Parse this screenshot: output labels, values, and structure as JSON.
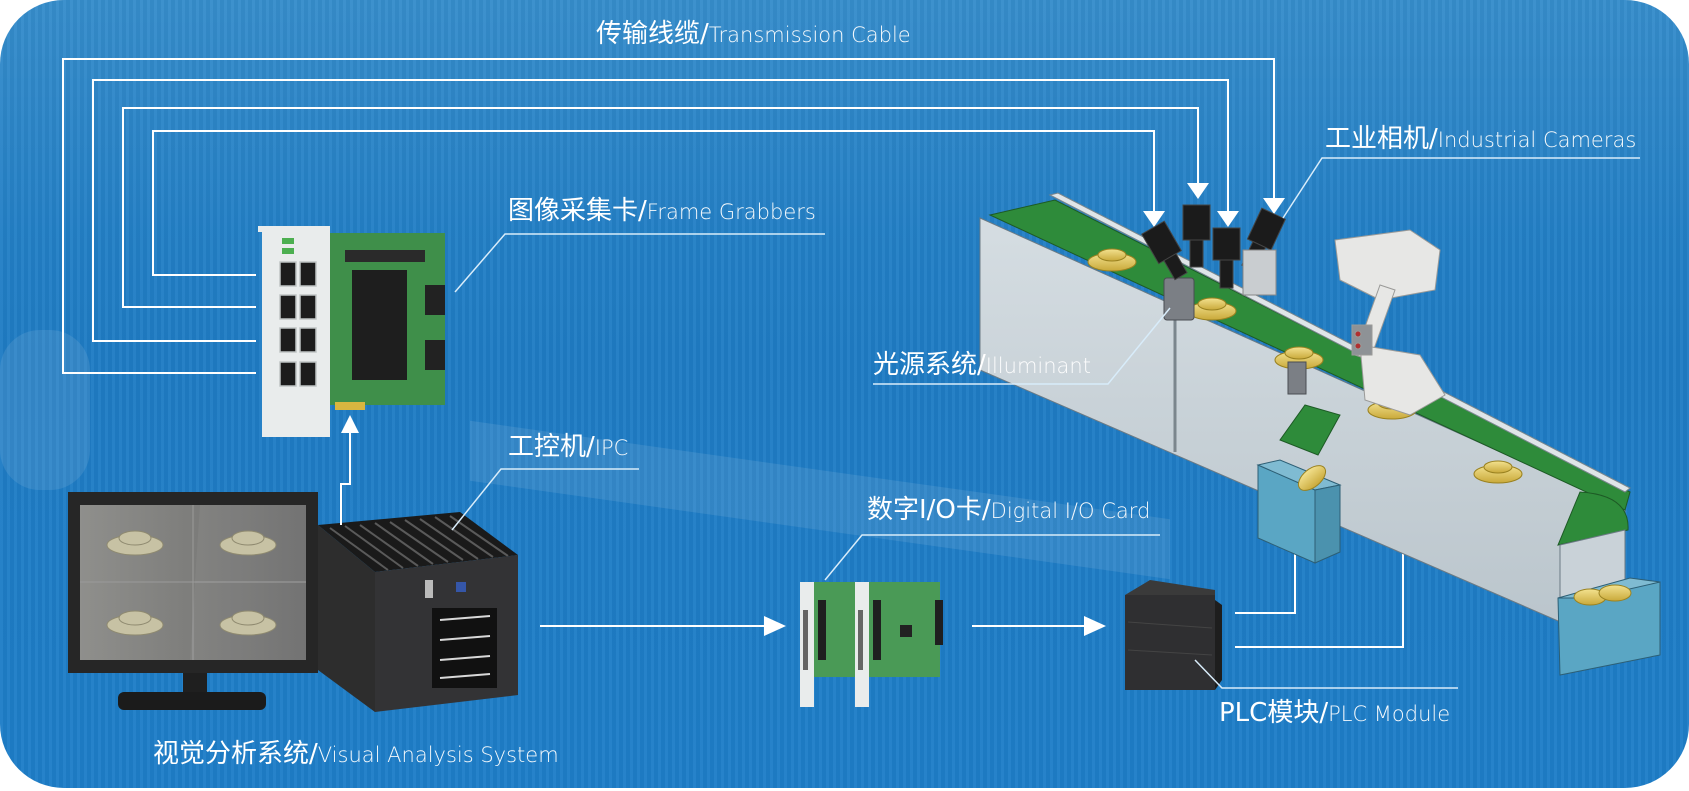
{
  "diagram": {
    "title": "Machine vision inspection system",
    "colors": {
      "background": "#2382c8",
      "line": "#ffffff",
      "belt": "#2e8b3a",
      "conveyor_side": "#c9d2d8",
      "part": "#d9c25a",
      "bin": "#5aa6c4",
      "device_dark": "#2b2b2d"
    },
    "labels": {
      "transmission_cable": {
        "zh": "传输线缆",
        "sep": "/",
        "en": "Transmission Cable"
      },
      "industrial_cameras": {
        "zh": "工业相机",
        "sep": "/",
        "en": "Industrial Cameras"
      },
      "frame_grabbers": {
        "zh": "图像采集卡",
        "sep": "/",
        "en": "Frame Grabbers"
      },
      "illuminant": {
        "zh": "光源系统",
        "sep": "/",
        "en": "Illuminant"
      },
      "ipc": {
        "zh": "工控机",
        "sep": "/",
        "en": "IPC"
      },
      "digital_io_card": {
        "zh": "数字I/O卡",
        "sep": "/",
        "en": "Digital I/O Card"
      },
      "plc_module": {
        "zh": "PLC模块",
        "sep": "/",
        "en": "PLC Module"
      },
      "visual_analysis_system": {
        "zh": "视觉分析系统",
        "sep": "/",
        "en": "Visual Analysis System"
      }
    },
    "components": [
      {
        "id": "frame-grabber",
        "name": "Frame Grabber card",
        "ports": 8
      },
      {
        "id": "monitor",
        "name": "Monitor",
        "tiles": 4
      },
      {
        "id": "ipc",
        "name": "Industrial PC"
      },
      {
        "id": "io-card",
        "name": "Digital I/O Cards",
        "count": 2
      },
      {
        "id": "plc",
        "name": "PLC Module"
      },
      {
        "id": "cameras",
        "name": "Industrial Cameras",
        "count": 4
      },
      {
        "id": "conveyor",
        "name": "Conveyor belt"
      },
      {
        "id": "robot",
        "name": "Robot arm"
      },
      {
        "id": "reject-bin",
        "name": "Reject bin"
      },
      {
        "id": "output-bin",
        "name": "Output bin"
      }
    ],
    "connections": [
      {
        "from": "frame-grabber",
        "to": "cameras",
        "type": "cable",
        "count": 4
      },
      {
        "from": "ipc",
        "to": "frame-grabber",
        "type": "arrow"
      },
      {
        "from": "ipc",
        "to": "io-card",
        "type": "arrow"
      },
      {
        "from": "io-card",
        "to": "plc",
        "type": "arrow"
      },
      {
        "from": "plc",
        "to": "reject-actuator",
        "type": "arrow"
      },
      {
        "from": "plc",
        "to": "robot",
        "type": "arrow"
      }
    ]
  }
}
